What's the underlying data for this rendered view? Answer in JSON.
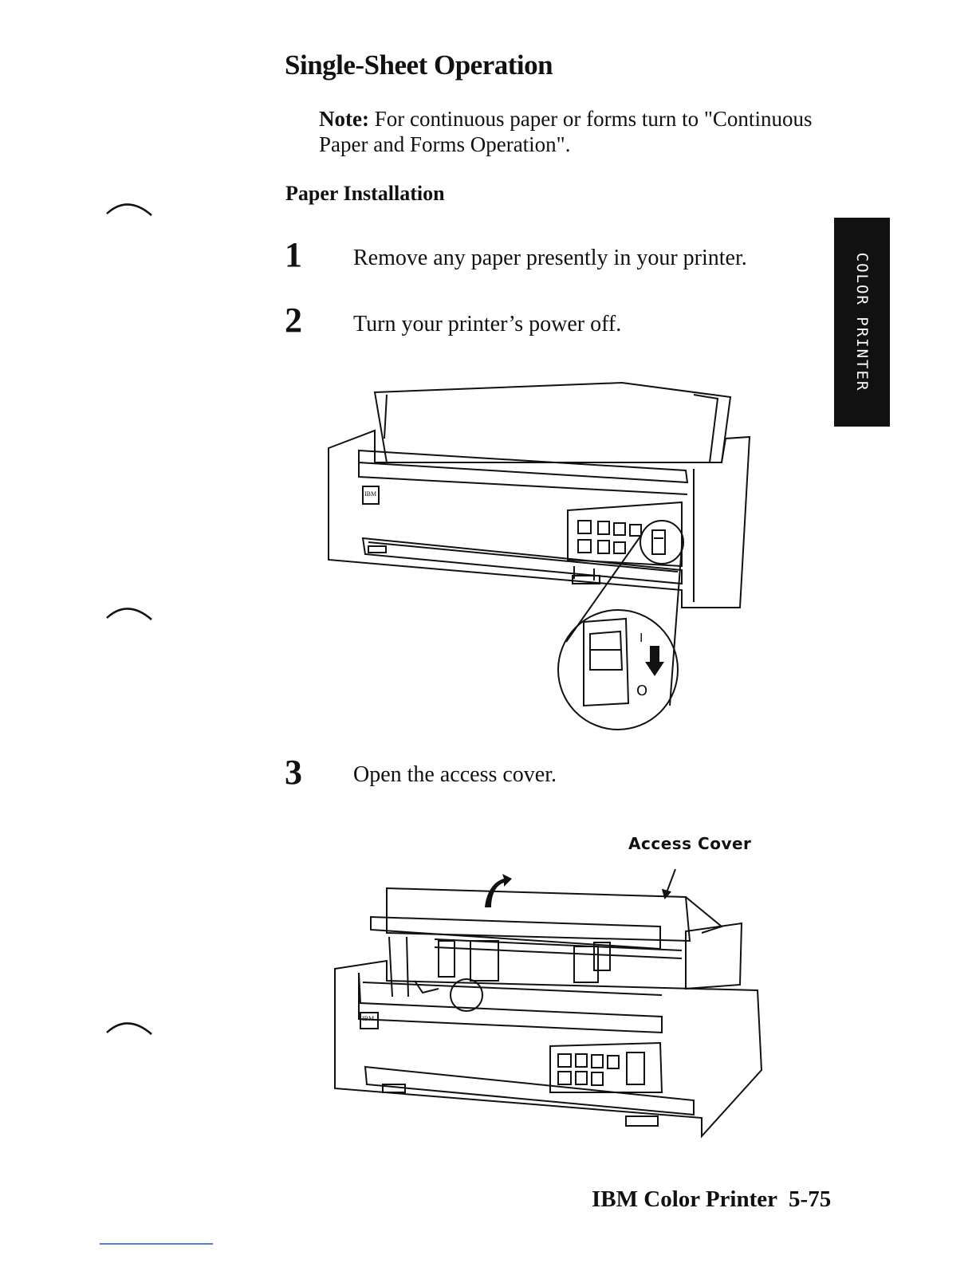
{
  "section_title": "Single-Sheet Operation",
  "note": {
    "label": "Note:",
    "text": "For continuous paper or forms turn to \"Continuous Paper and Forms Operation\"."
  },
  "subheading": "Paper Installation",
  "steps": [
    {
      "number": "1",
      "text": "Remove any paper presently in your printer."
    },
    {
      "number": "2",
      "text": "Turn your printer’s power off."
    },
    {
      "number": "3",
      "text": "Open the access cover."
    }
  ],
  "side_tab": "COLOR PRINTER",
  "figure1": {
    "logo": "IBM",
    "switch_on": "I",
    "switch_off": "O"
  },
  "figure2": {
    "callout": "Access Cover",
    "logo": "IBM"
  },
  "footer": {
    "title": "IBM Color Printer",
    "page": "5-75"
  },
  "colors": {
    "ink": "#111111",
    "tab": "#111111",
    "rule": "#5a7fd0"
  }
}
